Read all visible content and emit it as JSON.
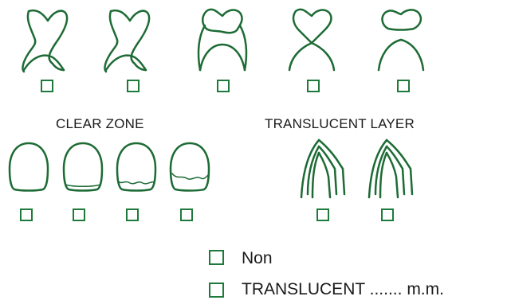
{
  "labels": {
    "clear_zone": "CLEAR ZONE",
    "translucent_layer": "TRANSLUCENT LAYER"
  },
  "options": [
    {
      "text": "Non"
    },
    {
      "text": "TRANSLUCENT ....... m.m."
    }
  ],
  "colors": {
    "outline": "#1d6b35",
    "checkbox": "#1d7a3a"
  },
  "icons": [
    "tooth-form-1-icon",
    "tooth-form-2-icon",
    "tooth-form-3-icon",
    "tooth-form-4-icon",
    "tooth-form-5-icon",
    "clear-zone-1-icon",
    "clear-zone-2-icon",
    "clear-zone-3-icon",
    "clear-zone-4-icon",
    "translucent-layer-1-icon",
    "translucent-layer-2-icon"
  ]
}
